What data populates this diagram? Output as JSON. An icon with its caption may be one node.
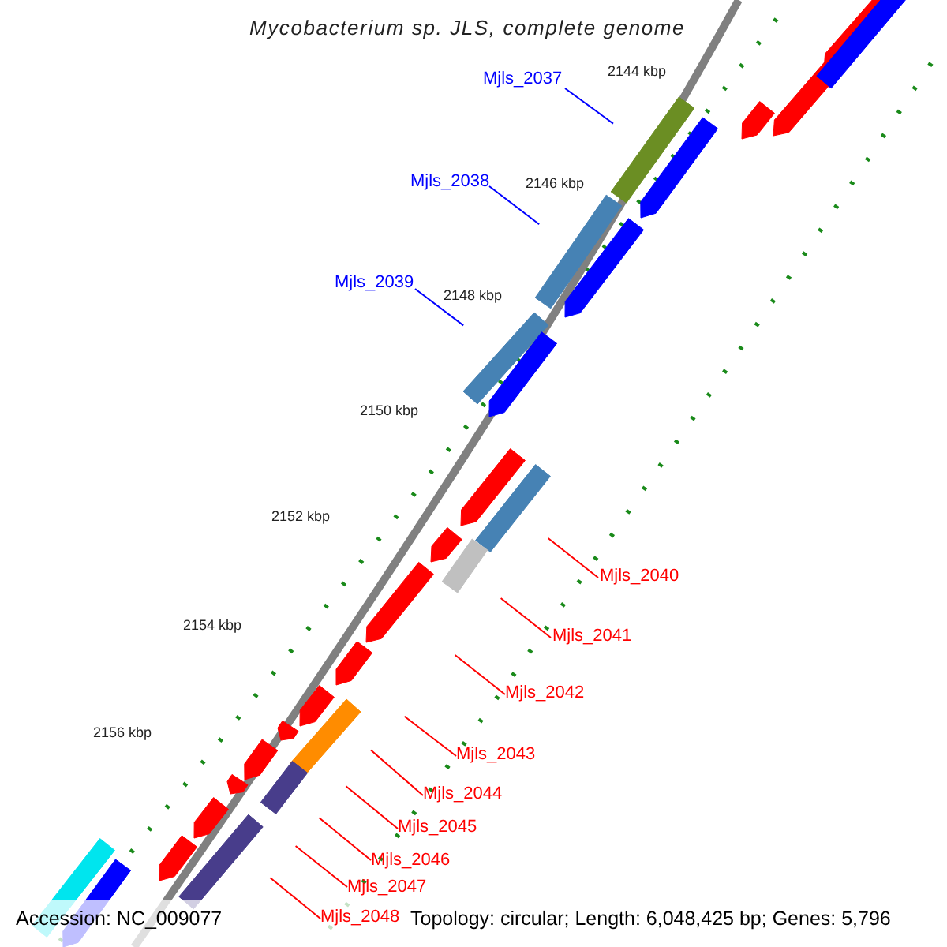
{
  "diagram": {
    "title": "Mycobacterium sp. JLS, complete genome",
    "nodes": [
      {
        "text": [
          "Mjls_2037"
        ]
      },
      {
        "text": [
          "Mjls_2038"
        ]
      },
      {
        "text": [
          "Mjls_2039"
        ]
      },
      {
        "text": [
          "Mjls_2040"
        ]
      },
      {
        "text": [
          "Mjls_2041"
        ]
      },
      {
        "text": [
          "Mjls_2042"
        ]
      },
      {
        "text": [
          "Mjls_2043"
        ]
      },
      {
        "text": [
          "Mjls_2044"
        ]
      },
      {
        "text": [
          "Mjls_2045"
        ]
      },
      {
        "text": [
          "Mjls_2046"
        ]
      },
      {
        "text": [
          "Mjls_2047"
        ]
      },
      {
        "text": [
          "Mjls_2048"
        ]
      }
    ],
    "edges": [
      {
        "from": 0,
        "to": null,
        "arrow": "none",
        "color": "#0000ff"
      },
      {
        "from": 1,
        "to": null,
        "arrow": "none",
        "color": "#0000ff"
      },
      {
        "from": 2,
        "to": null,
        "arrow": "none",
        "color": "#0000ff"
      },
      {
        "from": 3,
        "to": null,
        "arrow": "none"
      },
      {
        "from": 4,
        "to": null,
        "arrow": "none"
      },
      {
        "from": 5,
        "to": null,
        "arrow": "none"
      },
      {
        "from": 6,
        "to": null,
        "arrow": "none"
      },
      {
        "from": 7,
        "to": null,
        "arrow": "none"
      },
      {
        "from": 8,
        "to": null,
        "arrow": "none"
      },
      {
        "from": 9,
        "to": null,
        "arrow": "none"
      },
      {
        "from": 10,
        "to": null,
        "arrow": "none"
      },
      {
        "from": 11,
        "to": null,
        "arrow": "none"
      }
    ],
    "labels": [
      "2144 kbp",
      "2146 kbp",
      "2148 kbp",
      "2150 kbp",
      "2152 kbp",
      "2154 kbp",
      "2156 kbp",
      "Accession: NC_009077",
      "Topology: circular; Length: 6,048,425 bp; Genes: 5,796"
    ]
  }
}
